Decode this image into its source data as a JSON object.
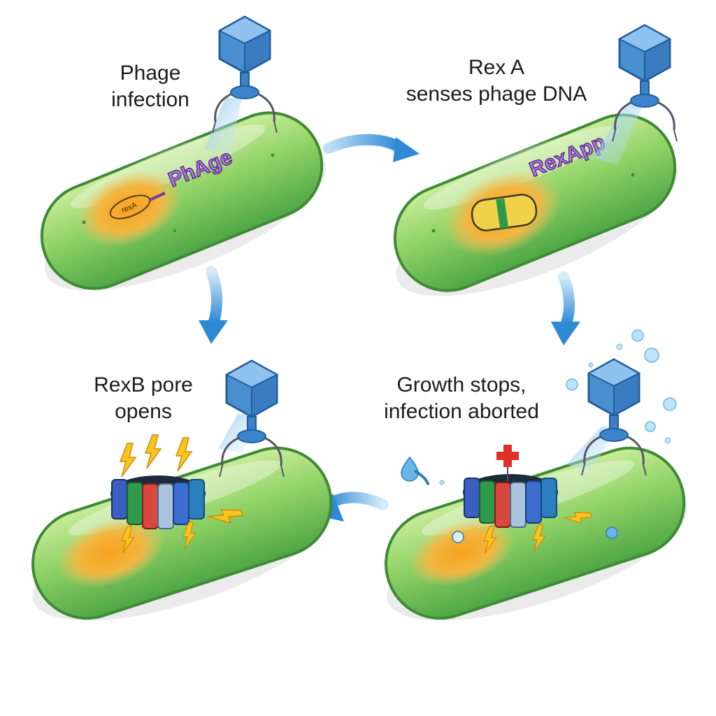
{
  "panels": [
    {
      "caption": [
        "Phage",
        "infection"
      ],
      "cell_text": "PhAge",
      "nucleoid_text": "rexA"
    },
    {
      "caption": [
        "Rex A",
        "senses phage DNA"
      ],
      "cell_text": "RexApp"
    },
    {
      "caption": [
        "RexB pore",
        "opens"
      ]
    },
    {
      "caption": [
        "Growth stops,",
        "infection aborted"
      ]
    }
  ],
  "colors": {
    "cell_fill": "#7cc85a",
    "cell_outline": "#3f8a35",
    "nucleoid": "#f3a623",
    "phage": "#4a8fd0",
    "arrow": "#2f8ad6",
    "cell_label": "#9b59c8",
    "pore_segments": [
      "#3a5fc0",
      "#2f9a4a",
      "#d9483f",
      "#a9c4dc",
      "#3a6fd0",
      "#2b7fbf"
    ],
    "discharge": "#f7c51e",
    "marker_cross": "#e0302b",
    "droplet": "#6ab6e8"
  },
  "icons": [
    "bacteriophage-icon",
    "ion-pore-icon",
    "lightning-icon",
    "plus-cross-icon",
    "droplet-icon",
    "curved-arrow-icon"
  ]
}
